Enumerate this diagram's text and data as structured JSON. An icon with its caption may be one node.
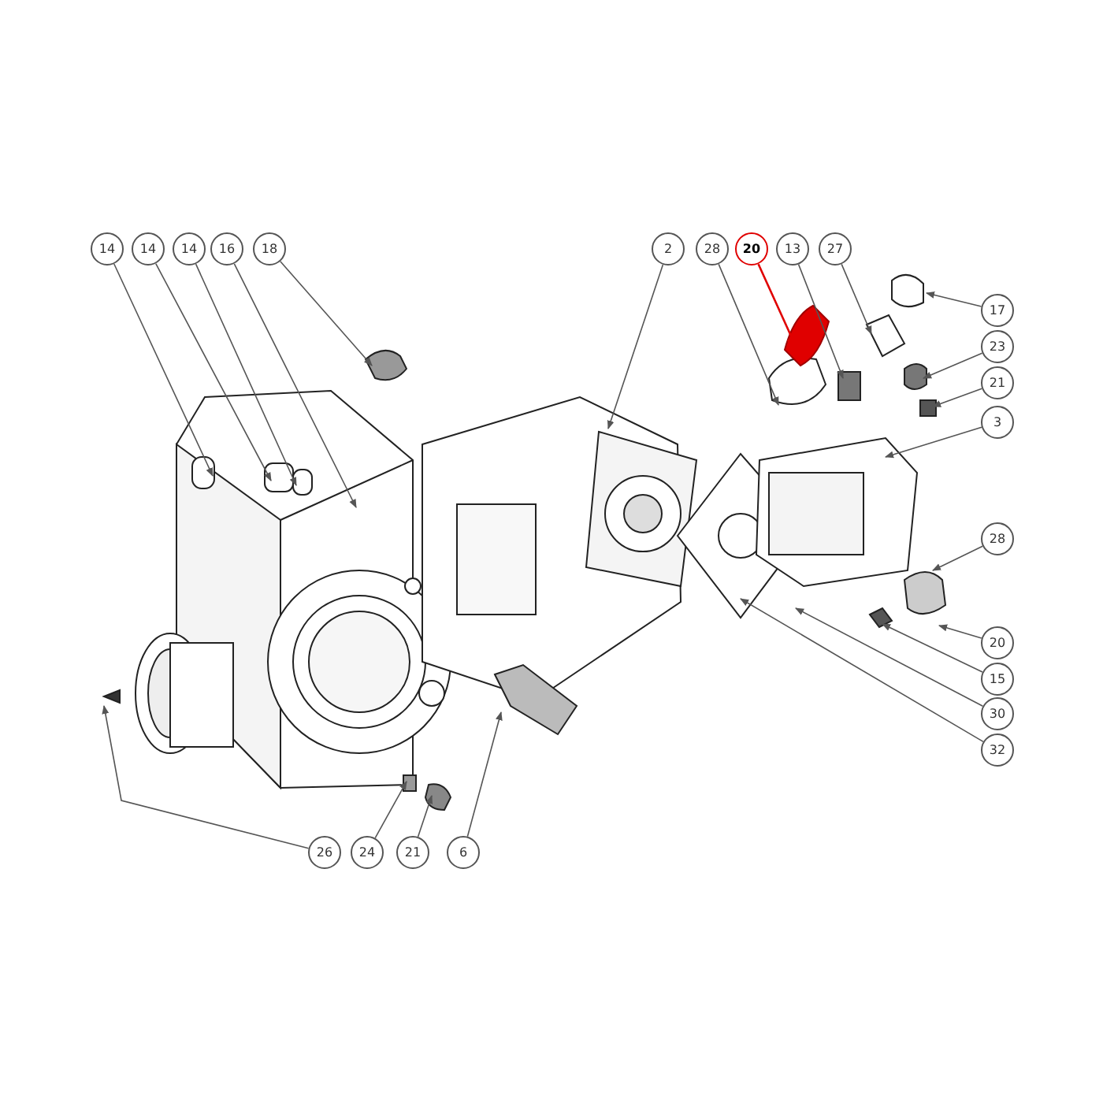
{
  "diagram": {
    "nodes": [
      {
        "text": [
          "14"
        ]
      },
      {
        "text": [
          "14"
        ]
      },
      {
        "text": [
          "14"
        ]
      },
      {
        "text": [
          "16"
        ]
      },
      {
        "text": [
          "18"
        ]
      },
      {
        "text": [
          "2"
        ]
      },
      {
        "text": [
          "28"
        ]
      },
      {
        "text": [
          "20"
        ]
      },
      {
        "text": [
          "13"
        ]
      },
      {
        "text": [
          "27"
        ]
      },
      {
        "text": [
          "17"
        ]
      },
      {
        "text": [
          "23"
        ]
      },
      {
        "text": [
          "21"
        ]
      },
      {
        "text": [
          "3"
        ]
      },
      {
        "text": [
          "28"
        ]
      },
      {
        "text": [
          "20"
        ]
      },
      {
        "text": [
          "15"
        ]
      },
      {
        "text": [
          "30"
        ]
      },
      {
        "text": [
          "32"
        ]
      },
      {
        "text": [
          "26"
        ]
      },
      {
        "text": [
          "24"
        ]
      },
      {
        "text": [
          "21"
        ]
      },
      {
        "text": [
          "6"
        ]
      }
    ],
    "edges": [
      {
        "from": 0,
        "to": null,
        "arrow": "to"
      },
      {
        "from": 1,
        "to": null,
        "arrow": "to"
      },
      {
        "from": 2,
        "to": null,
        "arrow": "to"
      },
      {
        "from": 3,
        "to": null,
        "arrow": "to"
      },
      {
        "from": 4,
        "to": null,
        "arrow": "to"
      },
      {
        "from": 5,
        "to": null,
        "arrow": "to"
      },
      {
        "from": 6,
        "to": null,
        "arrow": "to"
      },
      {
        "from": 7,
        "to": null,
        "arrow": "to",
        "color": "#e00000"
      },
      {
        "from": 8,
        "to": null,
        "arrow": "to"
      },
      {
        "from": 9,
        "to": null,
        "arrow": "to"
      },
      {
        "from": 10,
        "to": null,
        "arrow": "to"
      },
      {
        "from": 11,
        "to": null,
        "arrow": "to"
      },
      {
        "from": 12,
        "to": null,
        "arrow": "to"
      },
      {
        "from": 13,
        "to": null,
        "arrow": "to"
      },
      {
        "from": 14,
        "to": null,
        "arrow": "to"
      },
      {
        "from": 15,
        "to": null,
        "arrow": "to"
      },
      {
        "from": 16,
        "to": null,
        "arrow": "to"
      },
      {
        "from": 17,
        "to": null,
        "arrow": "to"
      },
      {
        "from": 18,
        "to": null,
        "arrow": "to"
      },
      {
        "from": 19,
        "to": null,
        "arrow": "to"
      },
      {
        "from": 20,
        "to": null,
        "arrow": "to"
      },
      {
        "from": 21,
        "to": null,
        "arrow": "to"
      },
      {
        "from": 22,
        "to": null,
        "arrow": "to"
      }
    ]
  }
}
